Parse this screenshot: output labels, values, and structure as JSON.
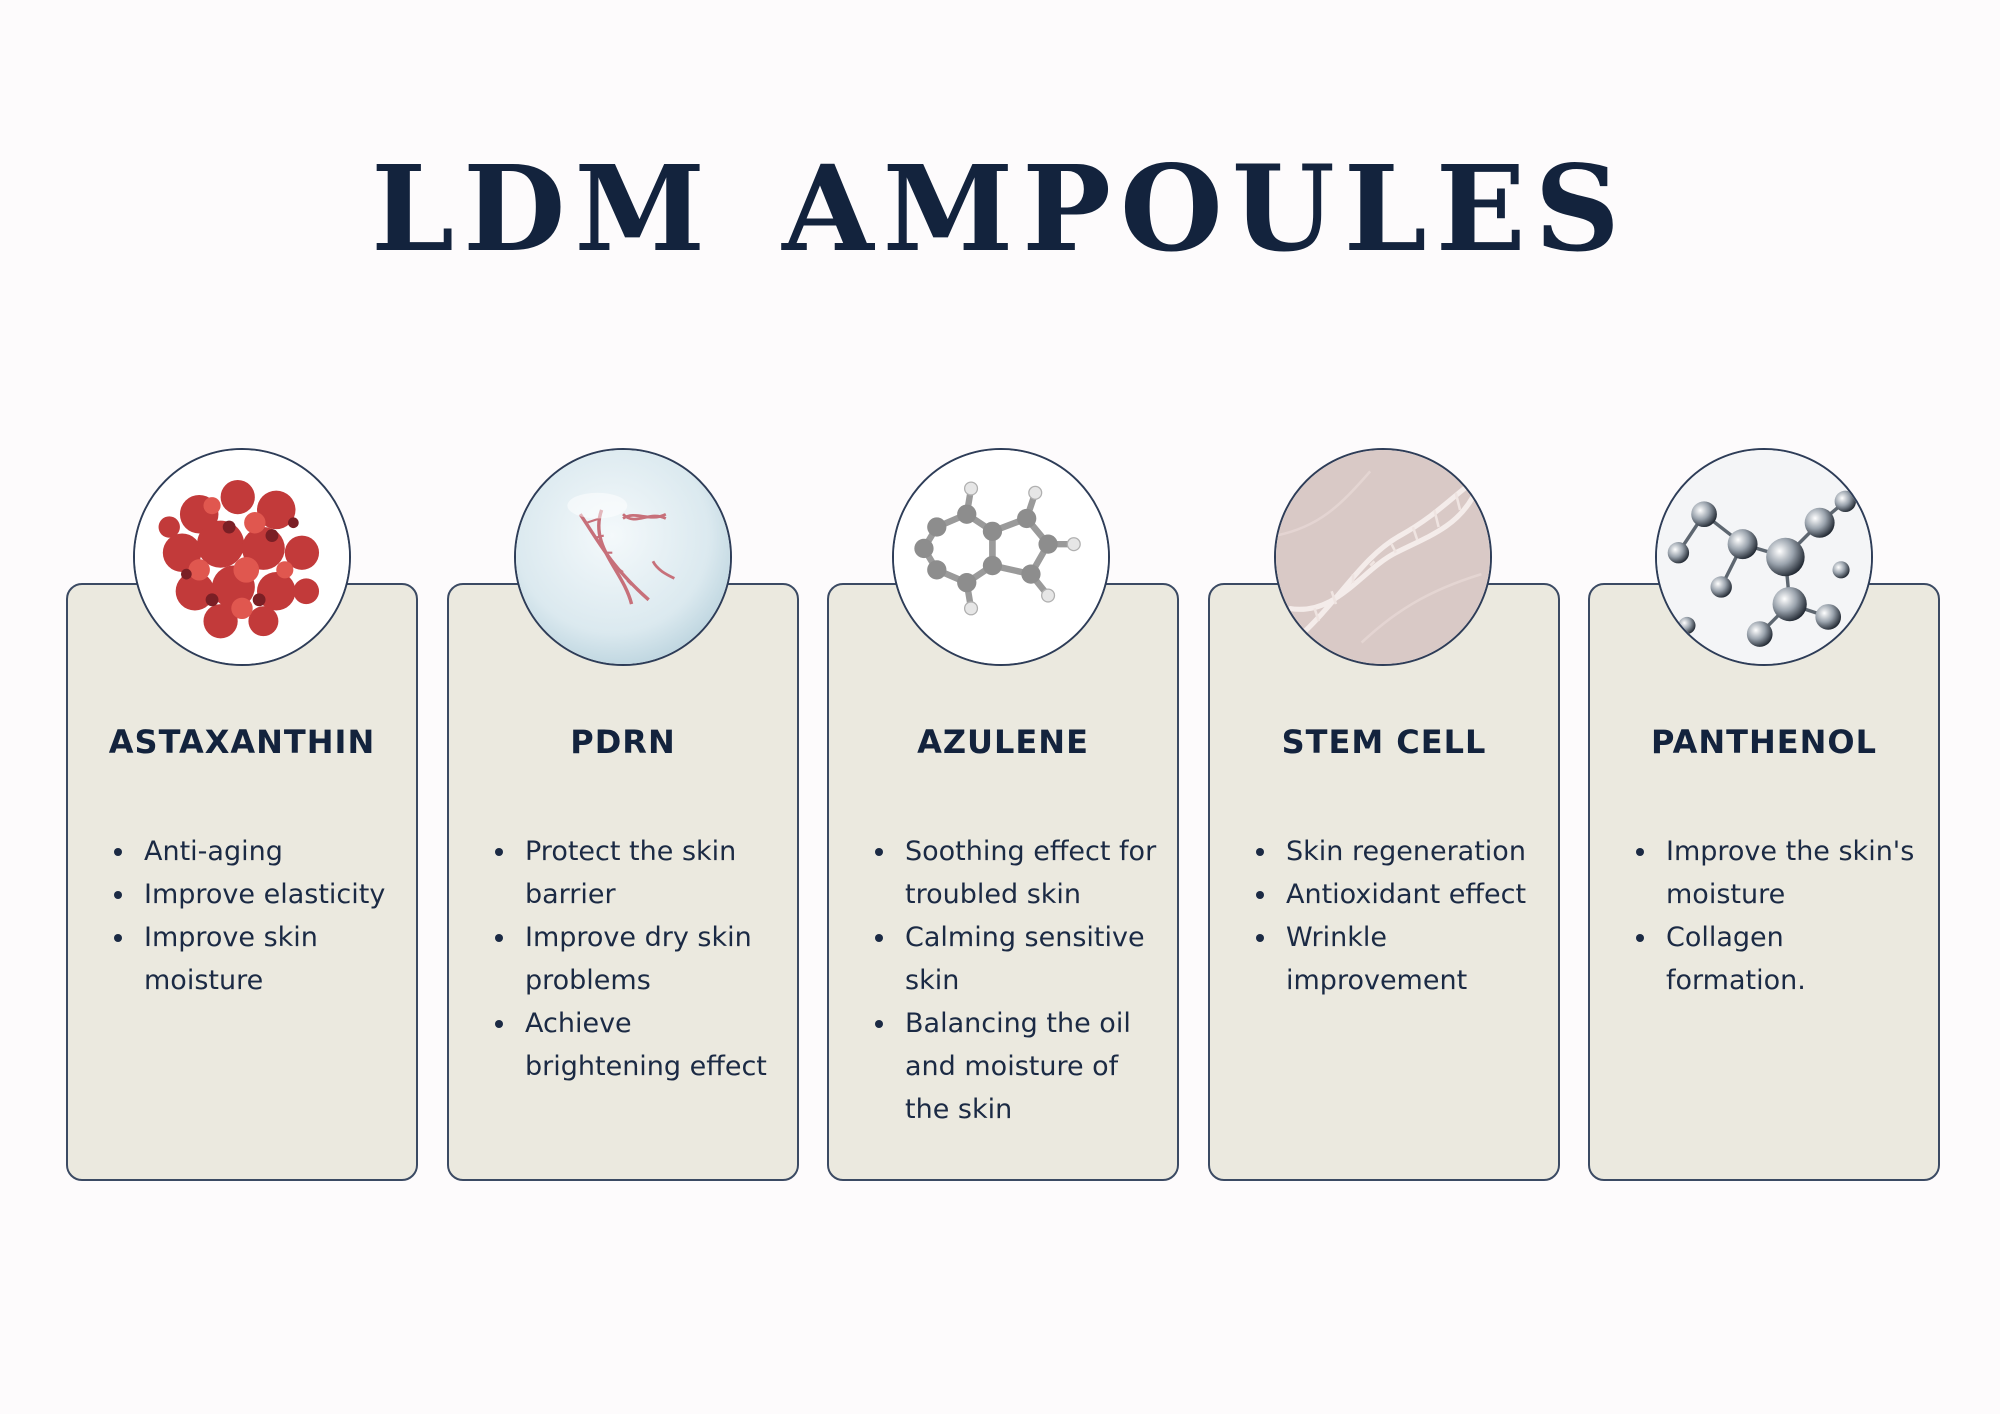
{
  "title": "LDM AMPOULES",
  "cards": [
    {
      "name": "ASTAXANTHIN",
      "icon": "red-algae-icon",
      "benefits": [
        "Anti-aging",
        "Improve elasticity",
        "Improve skin moisture"
      ]
    },
    {
      "name": "PDRN",
      "icon": "dna-bubble-icon",
      "benefits": [
        "Protect the skin barrier",
        "Improve dry skin problems",
        "Achieve brightening effect"
      ]
    },
    {
      "name": "AZULENE",
      "icon": "azulene-molecule-icon",
      "benefits": [
        "Soothing effect for troubled skin",
        "Calming sensitive skin",
        "Balancing the oil and moisture of the skin"
      ]
    },
    {
      "name": "STEM CELL",
      "icon": "dna-helix-icon",
      "benefits": [
        "Skin regeneration",
        "Antioxidant effect",
        "Wrinkle improvement"
      ]
    },
    {
      "name": "PANTHENOL",
      "icon": "glass-molecule-icon",
      "benefits": [
        "Improve the skin's moisture",
        "Collagen formation."
      ]
    }
  ],
  "colors": {
    "background": "#fdfbfc",
    "card": "#ebe9df",
    "navy": "#13233d",
    "border": "#3b4a63"
  }
}
